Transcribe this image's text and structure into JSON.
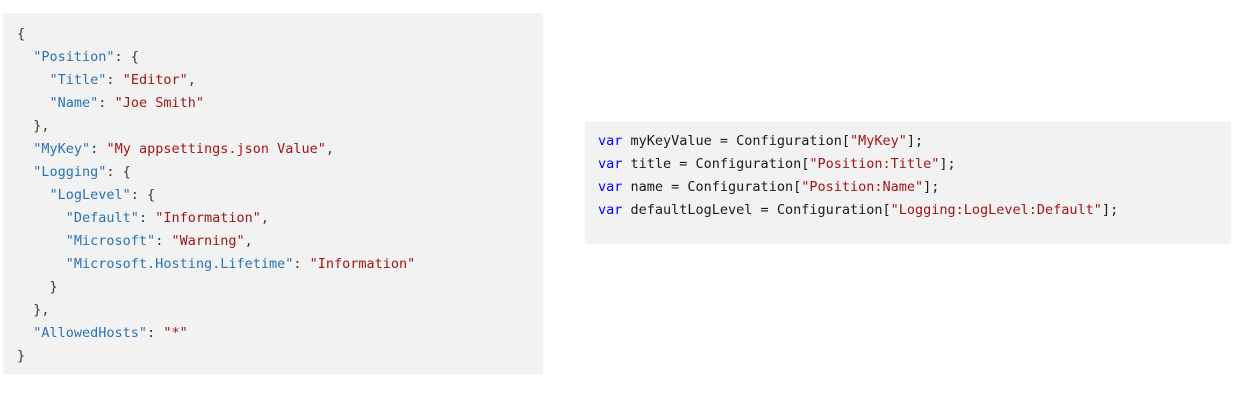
{
  "colors": {
    "block_bg": "#f2f2f2",
    "json_key": "#2973b7",
    "string": "#a31515",
    "keyword": "#0000ff",
    "punct": "#393939",
    "plain": "#1a1a1a"
  },
  "code_blocks": [
    {
      "name": "appsettings-json",
      "language": "json",
      "lines": [
        [
          {
            "t": "punct",
            "s": "{"
          }
        ],
        [
          {
            "t": "plain",
            "s": "  "
          },
          {
            "t": "key",
            "s": "\"Position\""
          },
          {
            "t": "punct",
            "s": ": {"
          }
        ],
        [
          {
            "t": "plain",
            "s": "    "
          },
          {
            "t": "key",
            "s": "\"Title\""
          },
          {
            "t": "punct",
            "s": ": "
          },
          {
            "t": "string",
            "s": "\"Editor\""
          },
          {
            "t": "punct",
            "s": ","
          }
        ],
        [
          {
            "t": "plain",
            "s": "    "
          },
          {
            "t": "key",
            "s": "\"Name\""
          },
          {
            "t": "punct",
            "s": ": "
          },
          {
            "t": "string",
            "s": "\"Joe Smith\""
          }
        ],
        [
          {
            "t": "punct",
            "s": "  },"
          }
        ],
        [
          {
            "t": "plain",
            "s": "  "
          },
          {
            "t": "key",
            "s": "\"MyKey\""
          },
          {
            "t": "punct",
            "s": ": "
          },
          {
            "t": "string",
            "s": "\"My appsettings.json Value\""
          },
          {
            "t": "punct",
            "s": ","
          }
        ],
        [
          {
            "t": "plain",
            "s": "  "
          },
          {
            "t": "key",
            "s": "\"Logging\""
          },
          {
            "t": "punct",
            "s": ": {"
          }
        ],
        [
          {
            "t": "plain",
            "s": "    "
          },
          {
            "t": "key",
            "s": "\"LogLevel\""
          },
          {
            "t": "punct",
            "s": ": {"
          }
        ],
        [
          {
            "t": "plain",
            "s": "      "
          },
          {
            "t": "key",
            "s": "\"Default\""
          },
          {
            "t": "punct",
            "s": ": "
          },
          {
            "t": "string",
            "s": "\"Information\""
          },
          {
            "t": "punct",
            "s": ","
          }
        ],
        [
          {
            "t": "plain",
            "s": "      "
          },
          {
            "t": "key",
            "s": "\"Microsoft\""
          },
          {
            "t": "punct",
            "s": ": "
          },
          {
            "t": "string",
            "s": "\"Warning\""
          },
          {
            "t": "punct",
            "s": ","
          }
        ],
        [
          {
            "t": "plain",
            "s": "      "
          },
          {
            "t": "key",
            "s": "\"Microsoft.Hosting.Lifetime\""
          },
          {
            "t": "punct",
            "s": ": "
          },
          {
            "t": "string",
            "s": "\"Information\""
          }
        ],
        [
          {
            "t": "punct",
            "s": "    }"
          }
        ],
        [
          {
            "t": "punct",
            "s": "  },"
          }
        ],
        [
          {
            "t": "plain",
            "s": "  "
          },
          {
            "t": "key",
            "s": "\"AllowedHosts\""
          },
          {
            "t": "punct",
            "s": ": "
          },
          {
            "t": "string",
            "s": "\"*\""
          }
        ],
        [
          {
            "t": "punct",
            "s": "}"
          }
        ]
      ]
    },
    {
      "name": "csharp-configuration",
      "language": "csharp",
      "lines": [
        [
          {
            "t": "keyword",
            "s": "var"
          },
          {
            "t": "plain",
            "s": " myKeyValue = Configuration["
          },
          {
            "t": "string",
            "s": "\"MyKey\""
          },
          {
            "t": "plain",
            "s": "];"
          }
        ],
        [
          {
            "t": "keyword",
            "s": "var"
          },
          {
            "t": "plain",
            "s": " title = Configuration["
          },
          {
            "t": "string",
            "s": "\"Position:Title\""
          },
          {
            "t": "plain",
            "s": "];"
          }
        ],
        [
          {
            "t": "keyword",
            "s": "var"
          },
          {
            "t": "plain",
            "s": " name = Configuration["
          },
          {
            "t": "string",
            "s": "\"Position:Name\""
          },
          {
            "t": "plain",
            "s": "];"
          }
        ],
        [
          {
            "t": "keyword",
            "s": "var"
          },
          {
            "t": "plain",
            "s": " defaultLogLevel = Configuration["
          },
          {
            "t": "string",
            "s": "\"Logging:LogLevel:Default\""
          },
          {
            "t": "plain",
            "s": "];"
          }
        ]
      ]
    }
  ]
}
